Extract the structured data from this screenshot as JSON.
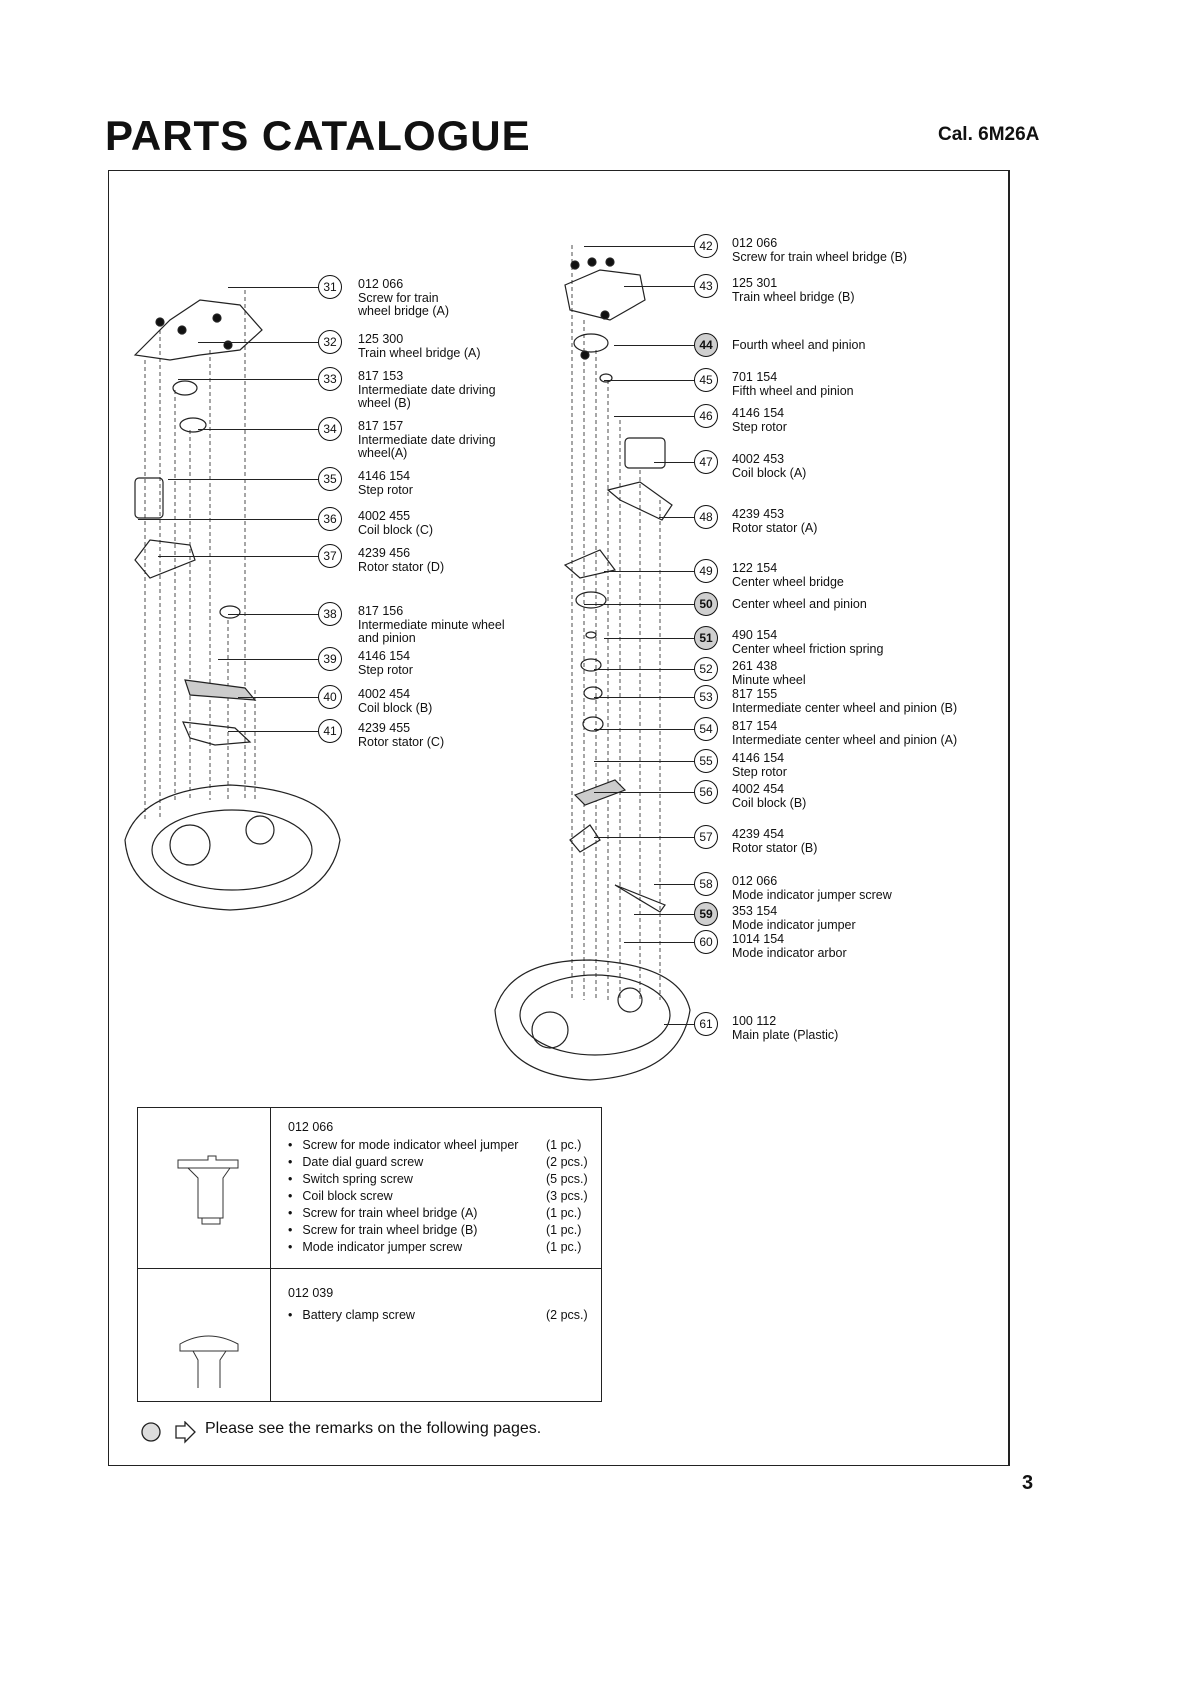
{
  "header": {
    "title": "PARTS CATALOGUE",
    "calibre": "Cal. 6M26A"
  },
  "callouts_left": [
    {
      "no": "31",
      "code": "012 066",
      "name": [
        "Screw for train",
        "wheel bridge (A)"
      ]
    },
    {
      "no": "32",
      "code": "125 300",
      "name": [
        "Train wheel bridge (A)"
      ]
    },
    {
      "no": "33",
      "code": "817 153",
      "name": [
        "Intermediate date driving",
        "wheel (B)"
      ]
    },
    {
      "no": "34",
      "code": "817 157",
      "name": [
        "Intermediate date driving",
        "wheel(A)"
      ]
    },
    {
      "no": "35",
      "code": "4146 154",
      "name": [
        "Step rotor"
      ]
    },
    {
      "no": "36",
      "code": "4002 455",
      "name": [
        "Coil block (C)"
      ]
    },
    {
      "no": "37",
      "code": "4239 456",
      "name": [
        "Rotor stator (D)"
      ]
    },
    {
      "no": "38",
      "code": "817 156",
      "name": [
        "Intermediate minute wheel",
        "and pinion"
      ]
    },
    {
      "no": "39",
      "code": "4146  154",
      "name": [
        "Step rotor"
      ]
    },
    {
      "no": "40",
      "code": "4002 454",
      "name": [
        "Coil block (B)"
      ]
    },
    {
      "no": "41",
      "code": "4239 455",
      "name": [
        "Rotor stator (C)"
      ]
    }
  ],
  "callouts_right": [
    {
      "no": "42",
      "code": "012 066",
      "name": [
        "Screw for train wheel bridge (B)"
      ]
    },
    {
      "no": "43",
      "code": "125 301",
      "name": [
        "Train wheel bridge (B)"
      ]
    },
    {
      "no": "44",
      "code": "",
      "name": [
        "Fourth wheel and pinion"
      ],
      "remark": true
    },
    {
      "no": "45",
      "code": "701 154",
      "name": [
        "Fifth wheel and pinion"
      ]
    },
    {
      "no": "46",
      "code": "4146 154",
      "name": [
        "Step rotor"
      ]
    },
    {
      "no": "47",
      "code": "4002 453",
      "name": [
        "Coil block (A)"
      ]
    },
    {
      "no": "48",
      "code": "4239 453",
      "name": [
        "Rotor stator (A)"
      ]
    },
    {
      "no": "49",
      "code": "122 154",
      "name": [
        "Center wheel bridge"
      ]
    },
    {
      "no": "50",
      "code": "",
      "name": [
        "Center wheel and pinion"
      ],
      "remark": true
    },
    {
      "no": "51",
      "code": "490 154",
      "name": [
        "Center wheel friction spring"
      ],
      "remark": true
    },
    {
      "no": "52",
      "code": "261 438",
      "name": [
        "Minute wheel"
      ]
    },
    {
      "no": "53",
      "code": "817 155",
      "name": [
        "Intermediate center wheel and pinion (B)"
      ]
    },
    {
      "no": "54",
      "code": "817 154",
      "name": [
        "Intermediate center wheel and pinion (A)"
      ]
    },
    {
      "no": "55",
      "code": "4146 154",
      "name": [
        "Step rotor"
      ]
    },
    {
      "no": "56",
      "code": "4002 454",
      "name": [
        "Coil block (B)"
      ]
    },
    {
      "no": "57",
      "code": "4239 454",
      "name": [
        "Rotor stator (B)"
      ]
    },
    {
      "no": "58",
      "code": "012 066",
      "name": [
        "Mode indicator jumper screw"
      ]
    },
    {
      "no": "59",
      "code": "353 154",
      "name": [
        "Mode indicator jumper"
      ],
      "remark": true
    },
    {
      "no": "60",
      "code": "1014 154",
      "name": [
        "Mode indicator arbor"
      ]
    },
    {
      "no": "61",
      "code": "100 112",
      "name": [
        "Main plate (Plastic)"
      ]
    }
  ],
  "screw_table": [
    {
      "code": "012 066",
      "items": [
        {
          "name": "Screw for mode indicator wheel jumper",
          "qty": "(1 pc.)"
        },
        {
          "name": "Date dial guard screw",
          "qty": "(2 pcs.)"
        },
        {
          "name": "Switch spring screw",
          "qty": "(5 pcs.)"
        },
        {
          "name": "Coil block screw",
          "qty": "(3 pcs.)"
        },
        {
          "name": "Screw for train wheel bridge (A)",
          "qty": "(1 pc.)"
        },
        {
          "name": "Screw for train wheel bridge (B)",
          "qty": "(1 pc.)"
        },
        {
          "name": "Mode indicator jumper screw",
          "qty": "(1 pc.)"
        }
      ]
    },
    {
      "code": "012 039",
      "items": [
        {
          "name": "Battery clamp screw",
          "qty": "(2 pcs.)"
        }
      ]
    }
  ],
  "footer": {
    "remark_note": "Please see the remarks on the following pages.",
    "page_number": "3"
  }
}
